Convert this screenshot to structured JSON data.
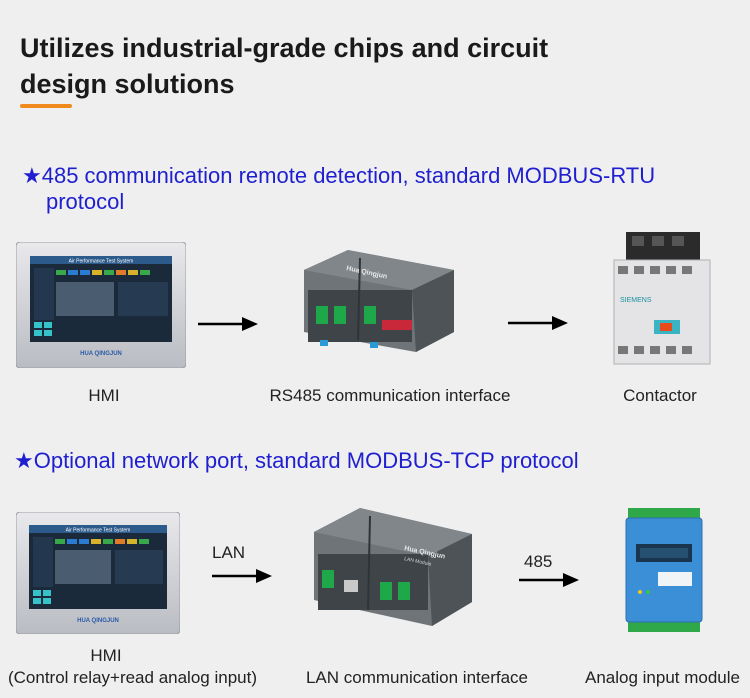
{
  "heading": {
    "line1": "Utilizes industrial-grade chips and circuit",
    "line2": "design solutions"
  },
  "section1": {
    "feature_line1": "★485 communication remote detection, standard MODBUS-RTU",
    "feature_line2": "protocol",
    "captions": {
      "hmi": "HMI",
      "interface": "RS485 communication interface",
      "contactor": "Contactor"
    },
    "hmi_screen_title": "Air Performance Test System",
    "hmi_brand": "HUA QINGJUN",
    "module_brand": "Hua Qingjun",
    "contactor_brand": "SIEMENS"
  },
  "section2": {
    "feature_line": "★Optional network port, standard MODBUS-TCP protocol",
    "arrow1_label": "LAN",
    "arrow2_label": "485",
    "captions": {
      "hmi": "HMI",
      "hmi_sub": "(Control relay+read analog input)",
      "interface": "LAN communication interface",
      "analog": "Analog input module"
    },
    "hmi_screen_title": "Air Performance Test System",
    "hmi_brand": "HUA QINGJUN",
    "module_brand": "Hua Qingjun",
    "module_sub": "LAN Module"
  },
  "colors": {
    "heading": "#1a1a1a",
    "accent_underline": "#f08a1c",
    "feature_text": "#1f1fd0",
    "arrow": "#000000"
  }
}
